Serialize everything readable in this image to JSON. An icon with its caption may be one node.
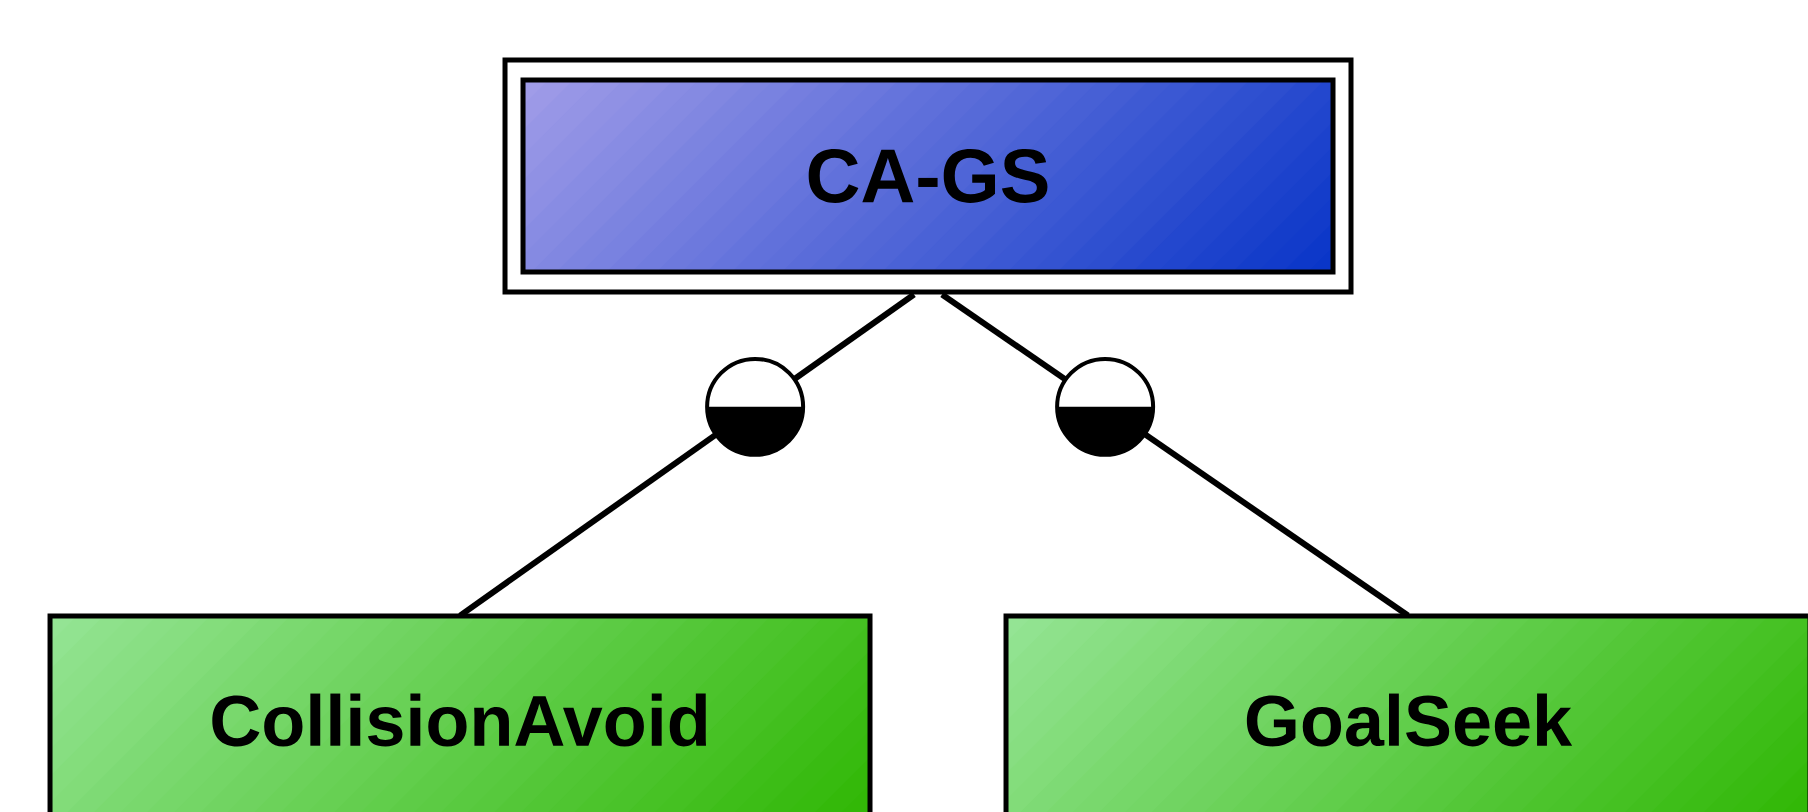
{
  "diagram": {
    "nodes": [
      {
        "text": [
          "CA-GS"
        ]
      },
      {
        "text": [
          "CollisionAvoid"
        ]
      },
      {
        "text": [
          "GoalSeek"
        ]
      }
    ],
    "edges": [
      {
        "from": 0,
        "to": 1,
        "arrow": "other"
      },
      {
        "from": 0,
        "to": 2,
        "arrow": "other"
      }
    ]
  }
}
